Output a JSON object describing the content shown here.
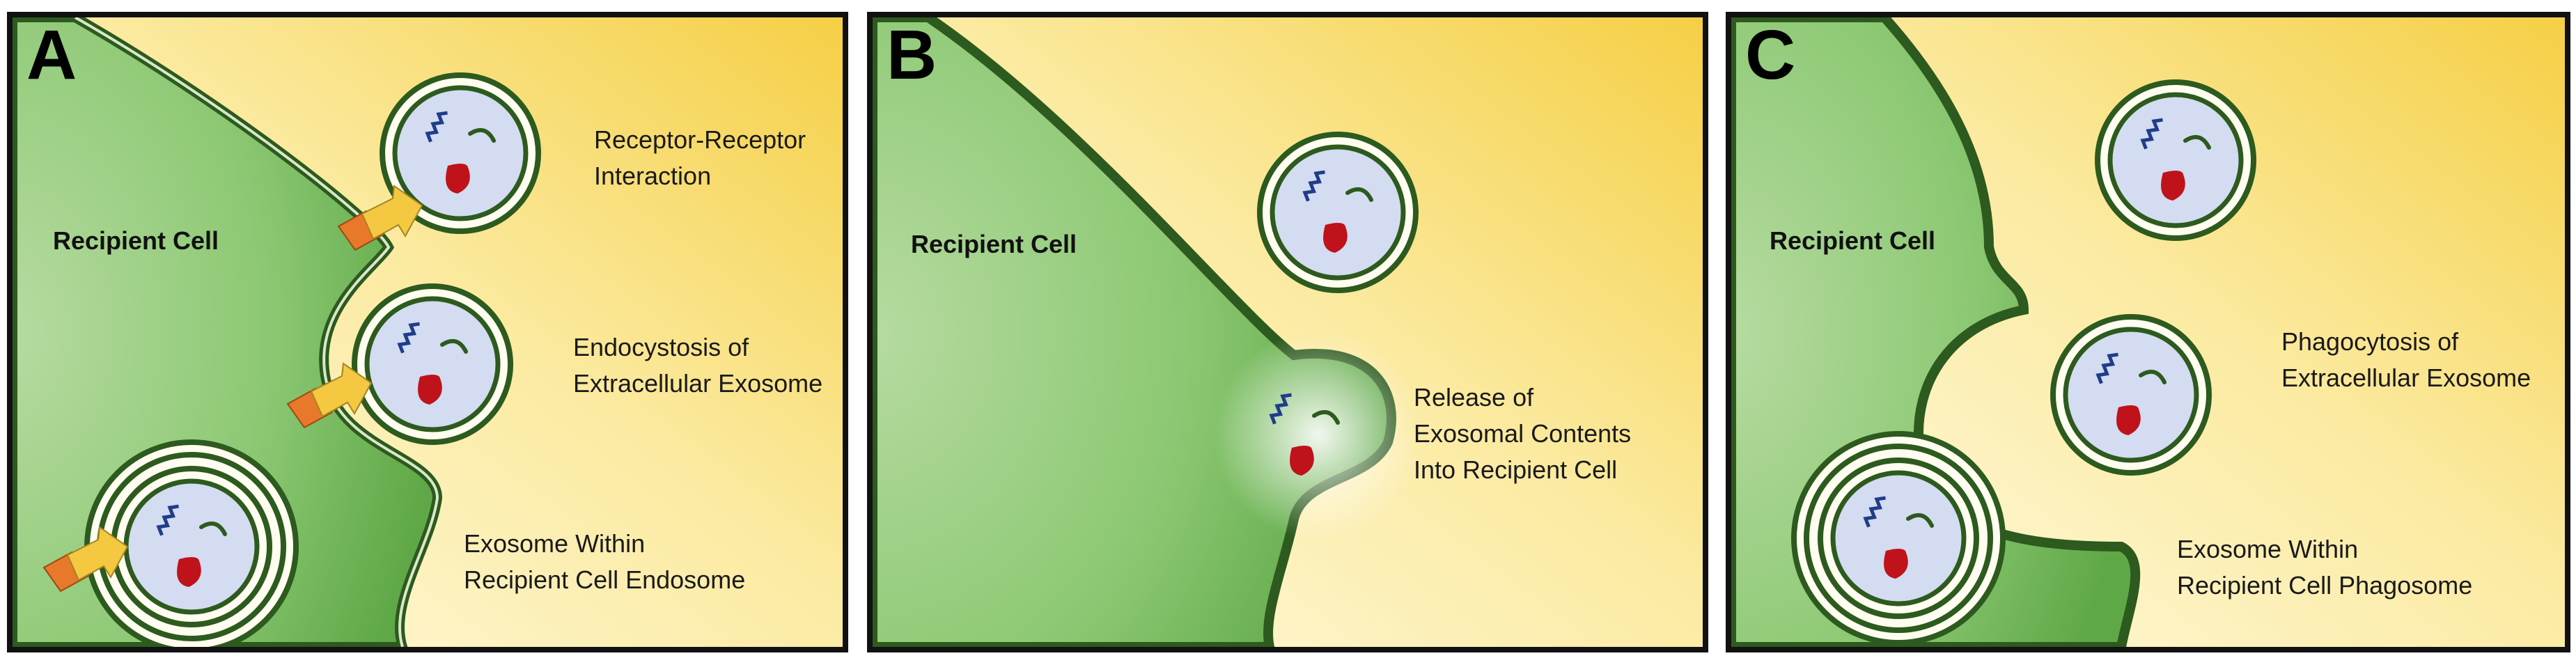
{
  "panels": [
    {
      "letter": "A",
      "cell_label": "Recipient Cell",
      "captions": [
        {
          "line1": "Receptor-Receptor",
          "line2": "Interaction"
        },
        {
          "line1": "Endocystosis of",
          "line2": "Extracellular Exosome"
        },
        {
          "line1": "Exosome Within",
          "line2": "Recipient Cell Endosome"
        }
      ]
    },
    {
      "letter": "B",
      "cell_label": "Recipient Cell",
      "captions": [
        {
          "line1": "Release of",
          "line2": "Exosomal Contents",
          "line3": "Into Recipient Cell"
        }
      ]
    },
    {
      "letter": "C",
      "cell_label": "Recipient Cell",
      "captions": [
        {
          "line1": "Phagocytosis of",
          "line2": "Extracellular Exosome"
        },
        {
          "line1": "Exosome Within",
          "line2": "Recipient Cell Phagosome"
        }
      ]
    }
  ],
  "colors": {
    "cell_fill": "#7cbf64",
    "membrane": "#2d5a1e",
    "background_light": "#fdf6d0",
    "background_yellow": "#f6d24c",
    "exosome_fill": "#d3dcf0",
    "drop": "#c0121a",
    "squiggle": "#1f3d8a",
    "arrow_orange": "#e8782a",
    "arrow_yellow": "#f5c842"
  },
  "icons": [
    "squiggle-icon",
    "arc-icon",
    "drop-icon",
    "receptor-arrow-icon"
  ]
}
